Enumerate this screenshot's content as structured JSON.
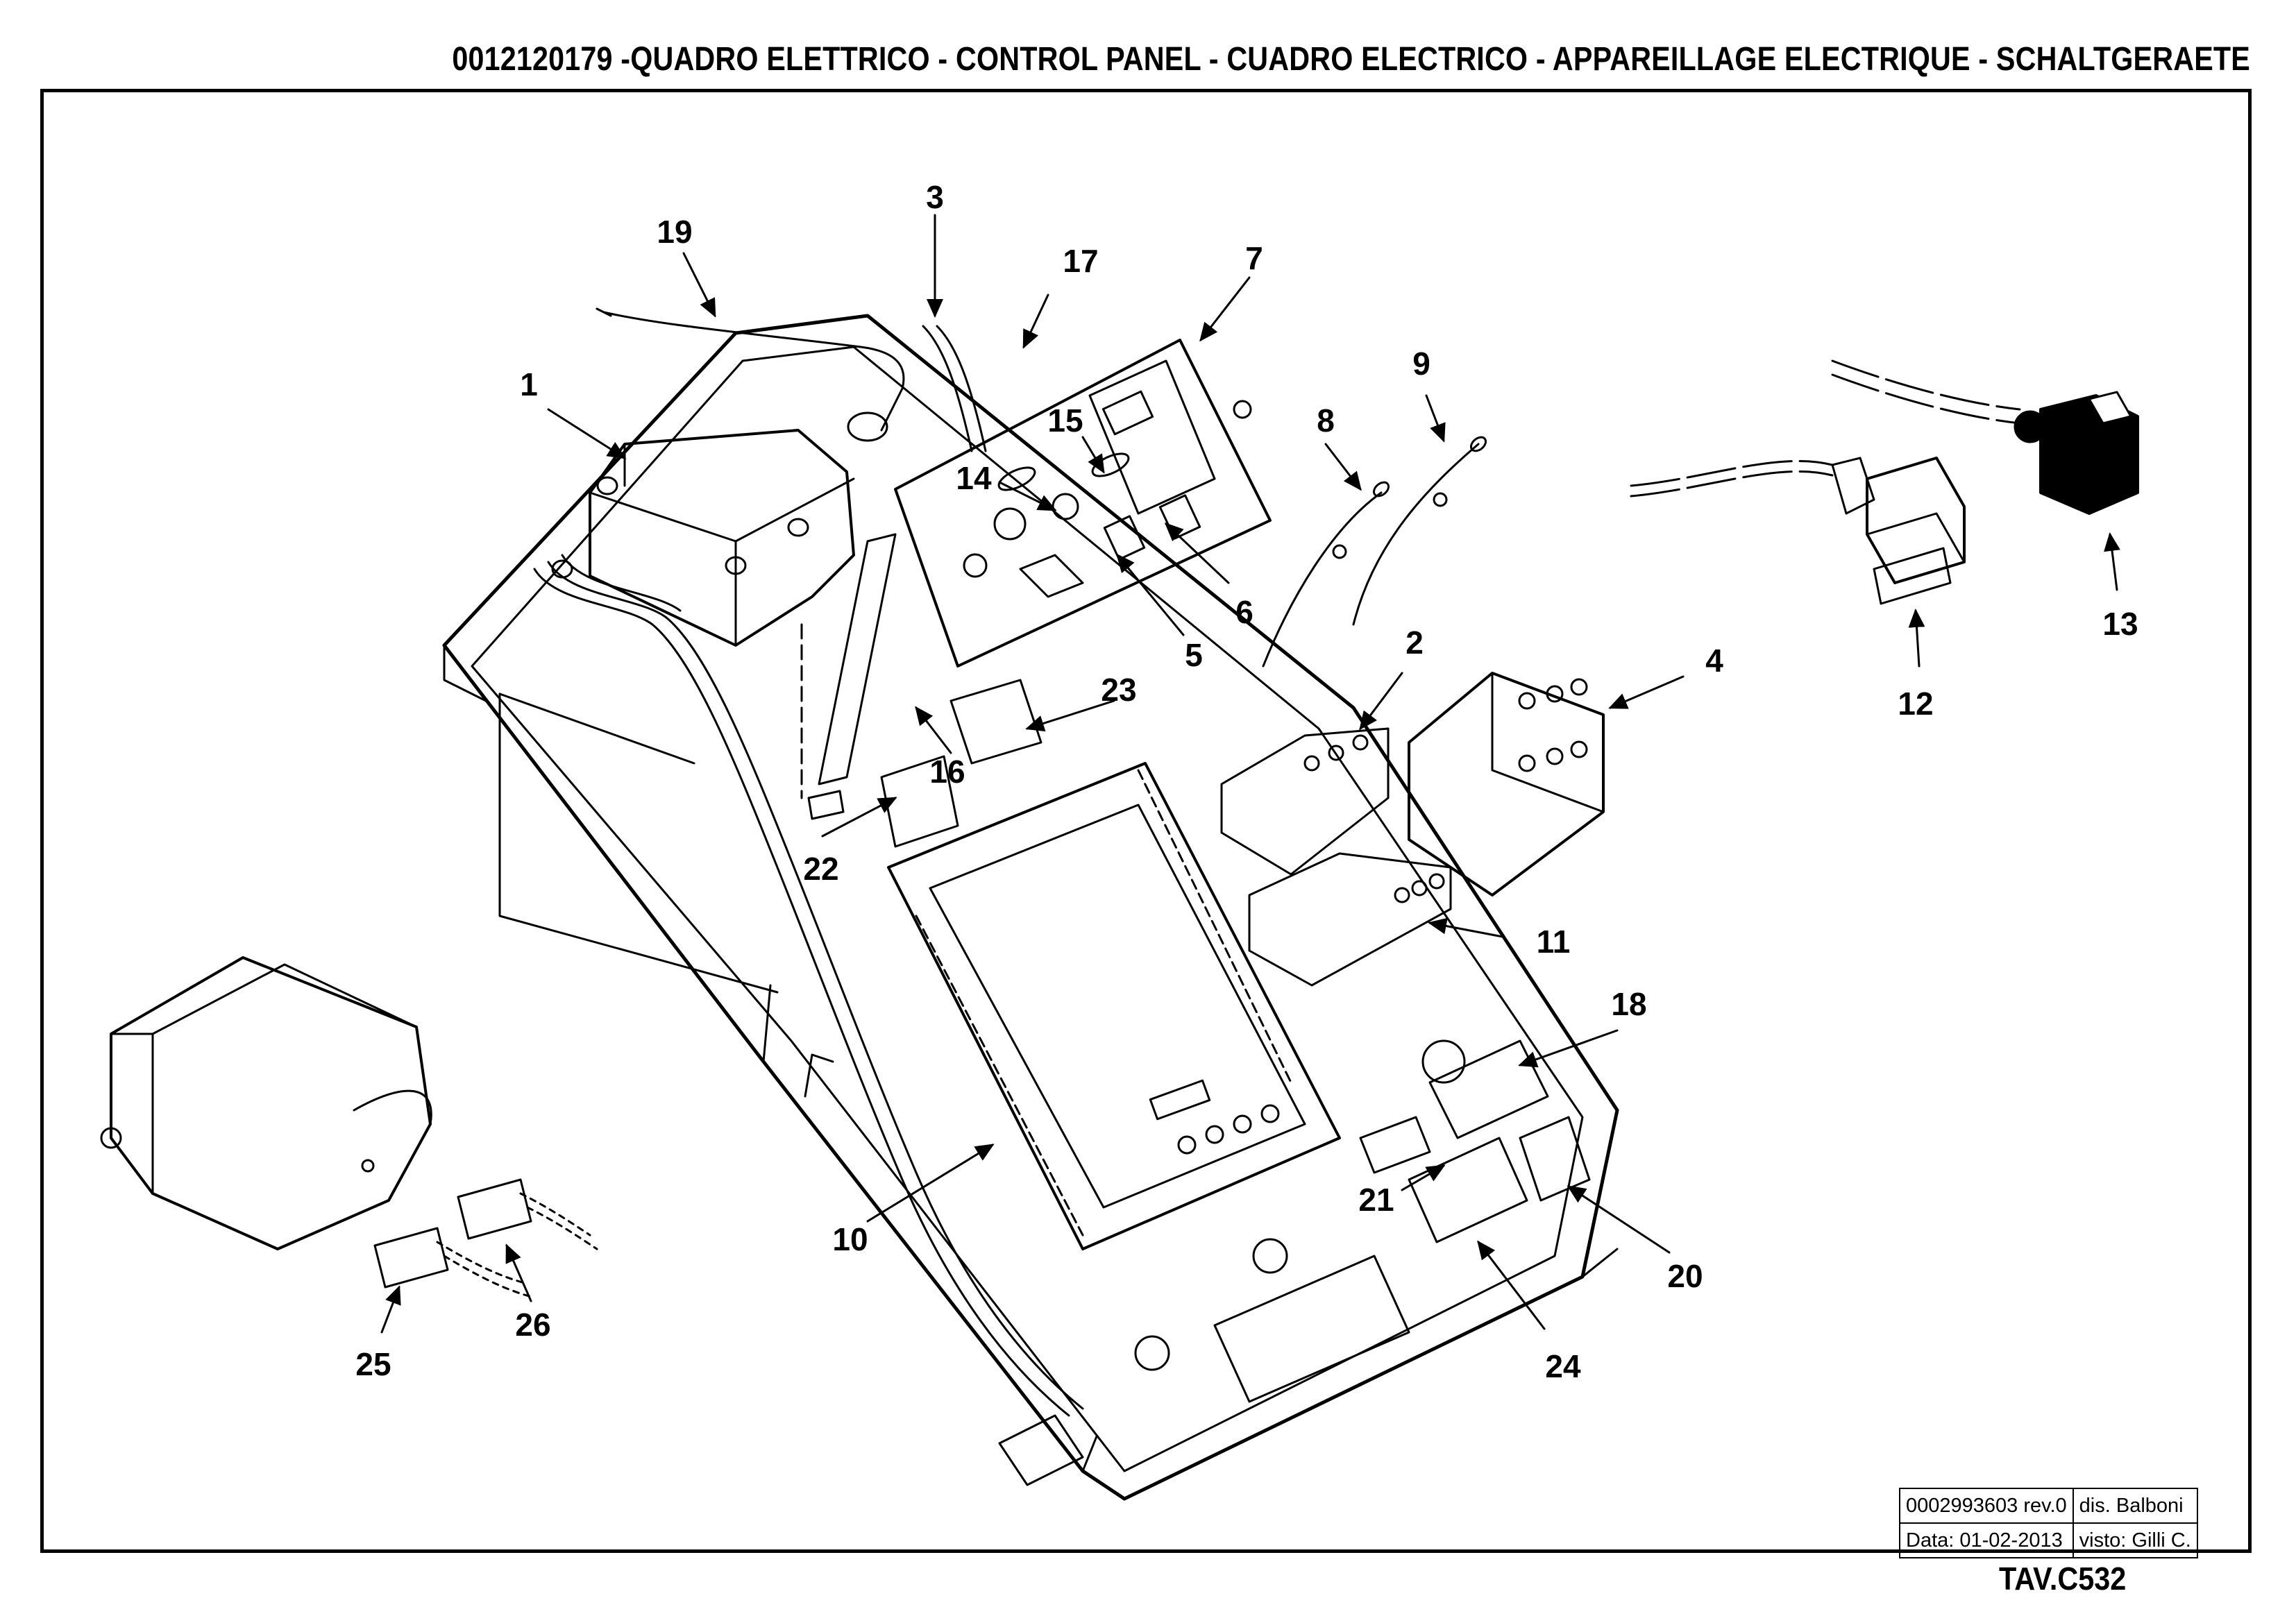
{
  "title": "0012120179 -QUADRO ELETTRICO - CONTROL PANEL - CUADRO ELECTRICO - APPAREILLAGE ELECTRIQUE - SCHALTGERAETE",
  "callouts": {
    "c1": "1",
    "c2": "2",
    "c3": "3",
    "c4": "4",
    "c5": "5",
    "c6": "6",
    "c7": "7",
    "c8": "8",
    "c9": "9",
    "c10": "10",
    "c11": "11",
    "c12": "12",
    "c13": "13",
    "c14": "14",
    "c15": "15",
    "c16": "16",
    "c17": "17",
    "c18": "18",
    "c19": "19",
    "c20": "20",
    "c21": "21",
    "c22": "22",
    "c23": "23",
    "c24": "24",
    "c25": "25",
    "c26": "26"
  },
  "title_block": {
    "drawing_number": "0002993603 rev.0",
    "drawn_by": "dis. Balboni",
    "date": "Data: 01-02-2013",
    "checked_by": "visto: Gilli C."
  },
  "table_ref": "TAV.C532"
}
